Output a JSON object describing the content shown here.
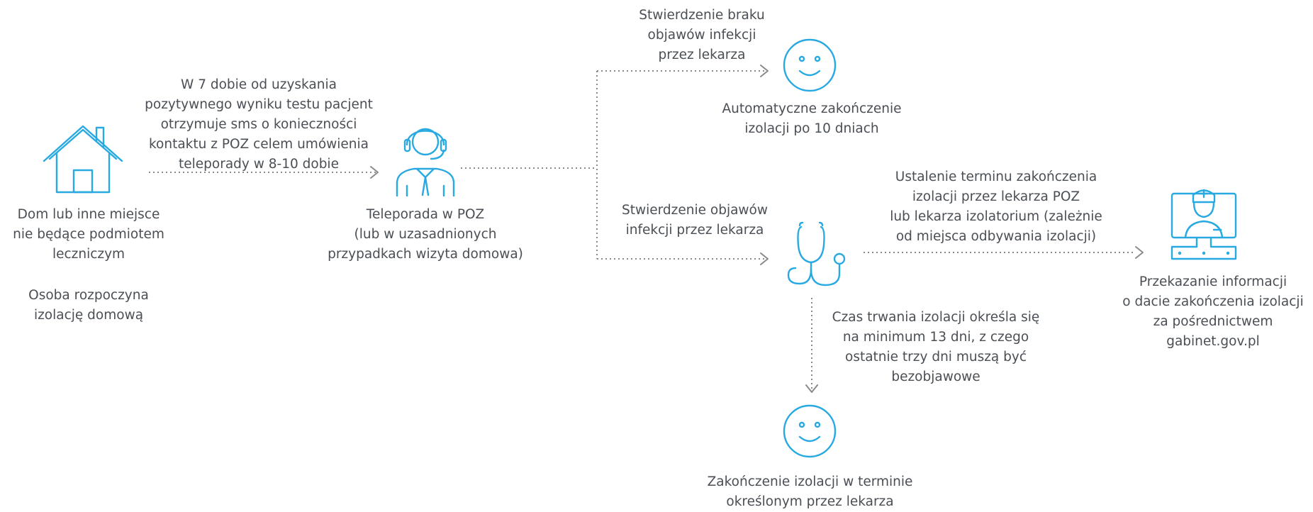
{
  "colors": {
    "icon": "#29a9e1",
    "connector": "#8a8a8a",
    "text": "#4a4f55"
  },
  "nodes": {
    "home": {
      "icon": "house-icon",
      "label": "Dom lub inne miejsce\nnie będące podmiotem\nleczniczym",
      "note": "Osoba rozpoczyna\nizolację domową"
    },
    "sms_step": "W 7 dobie od uzyskania\npozytywnego wyniku testu pacjent\notrzymuje sms o konieczności\nkontaktu z POZ celem umówienia\nteleporady w 8-10 dobie",
    "teleporada": {
      "icon": "headset-operator-icon",
      "label": "Teleporada w POZ\n(lub w uzasadnionych\nprzypadkach wizyta domowa)"
    },
    "no_symptoms": {
      "condition": "Stwierdzenie braku\nobjawów infekcji\nprzez lekarza",
      "icon": "smiley-icon",
      "result": "Automatyczne zakończenie\nizolacji po 10 dniach"
    },
    "symptoms": {
      "condition": "Stwierdzenie objawów\ninfekcji przez lekarza",
      "icon": "stethoscope-icon"
    },
    "set_date": "Ustalenie terminu zakończenia\nizolacji przez lekarza POZ\nlub lekarza izolatorium (zależnie\nod miejsca odbywania izolacji)",
    "gabinet": {
      "icon": "doctor-monitor-icon",
      "label": "Przekazanie informacji\no dacie zakończenia izolacji\nza pośrednictwem gabinet.gov.pl"
    },
    "duration_note": "Czas trwania izolacji określa się\nna minimum 13 dni, z czego\nostatnie trzy dni muszą być\nbezobjawowe",
    "end_isolation": {
      "icon": "smiley-icon",
      "label": "Zakończenie izolacji w terminie\nokreślonym przez lekarza"
    }
  }
}
